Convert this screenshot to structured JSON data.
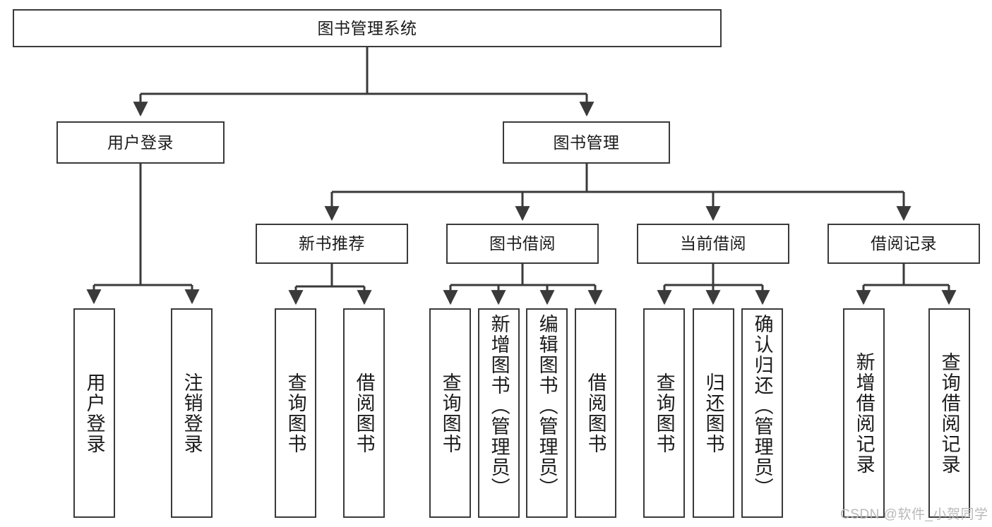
{
  "diagram": {
    "title": "图书管理系统",
    "type": "hierarchy-tree",
    "colors": {
      "box_border": "#3a3a3a",
      "box_fill": "#ffffff",
      "connector": "#3a3a3a",
      "text": "#1b1b1b",
      "watermark": "#b9b9b9"
    },
    "levels": {
      "root": {
        "label": "图书管理系统"
      },
      "level2": [
        {
          "id": "user-login",
          "label": "用户登录"
        },
        {
          "id": "book-management",
          "label": "图书管理"
        }
      ],
      "level3": [
        {
          "id": "new-book-recommend",
          "label": "新书推荐"
        },
        {
          "id": "book-borrow",
          "label": "图书借阅"
        },
        {
          "id": "current-borrow",
          "label": "当前借阅"
        },
        {
          "id": "borrow-record",
          "label": "借阅记录"
        }
      ],
      "leaves": {
        "user-login": [
          {
            "id": "leaf-user-login",
            "label": "用户登录"
          },
          {
            "id": "leaf-logout-login",
            "label": "注销登录"
          }
        ],
        "new-book-recommend": [
          {
            "id": "leaf-query-book-1",
            "label": "查询图书"
          },
          {
            "id": "leaf-borrow-book-1",
            "label": "借阅图书"
          }
        ],
        "book-borrow": [
          {
            "id": "leaf-query-book-2",
            "label": "查询图书"
          },
          {
            "id": "leaf-add-book",
            "label": "新增图书（管理员）"
          },
          {
            "id": "leaf-edit-book",
            "label": "编辑图书（管理员）"
          },
          {
            "id": "leaf-borrow-book-2",
            "label": "借阅图书"
          }
        ],
        "current-borrow": [
          {
            "id": "leaf-query-book-3",
            "label": "查询图书"
          },
          {
            "id": "leaf-return-book",
            "label": "归还图书"
          },
          {
            "id": "leaf-confirm-return",
            "label": "确认归还（管理员）"
          }
        ],
        "borrow-record": [
          {
            "id": "leaf-add-record",
            "label": "新增借阅记录"
          },
          {
            "id": "leaf-query-record",
            "label": "查询借阅记录"
          }
        ]
      }
    },
    "watermark": "CSDN @软件_小贺同学"
  }
}
